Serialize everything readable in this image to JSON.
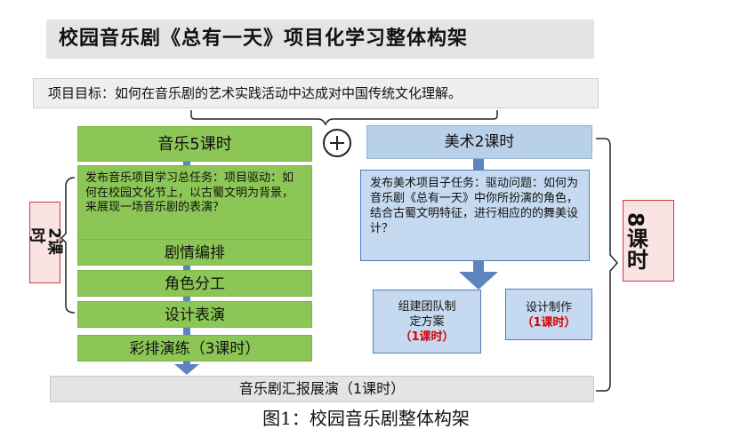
{
  "title": "校园音乐剧《总有一天》项目化学习整体构架",
  "goal": "项目目标：如何在音乐剧的艺术实践活动中达成对中国传统文化理解。",
  "music": {
    "header": "音乐5课时",
    "task": "发布音乐项目学习总任务：项目驱动：如何在校园文化节上，以古蜀文明为背景，来展现一场音乐剧的表演？",
    "steps": [
      "剧情编排",
      "角色分工",
      "设计表演",
      "彩排演练（3课时）"
    ],
    "hours_badge": "2课时"
  },
  "art": {
    "header": "美术2课时",
    "task": "发布美术项目子任务：驱动问题：如何为音乐剧《总有一天》中你所扮演的角色，结合古蜀文明特征，进行相应的的舞美设计？",
    "sub1": {
      "label": "组建团队制定方案",
      "hours": "（1课时）"
    },
    "sub2": {
      "label": "设计制作",
      "hours": "（1课时）"
    },
    "hours_badge": "8课时"
  },
  "final": "音乐剧汇报展演（1课时）",
  "caption": "图1：校园音乐剧整体构架",
  "colors": {
    "green": "#8cc656",
    "blue": "#c5daf0",
    "red": "#cc3a3a",
    "gray": "#e4e4e4"
  }
}
